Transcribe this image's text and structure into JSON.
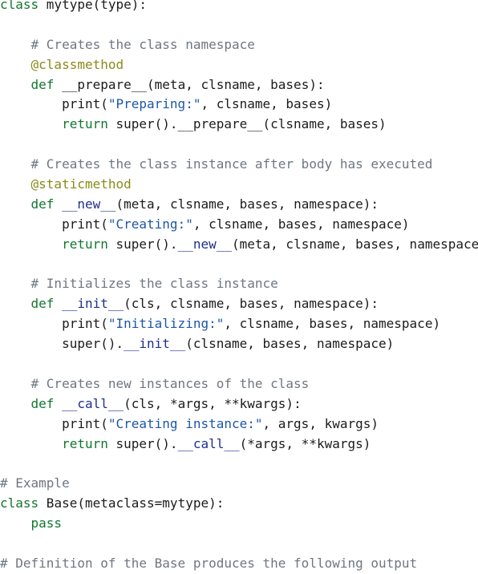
{
  "colors": {
    "keyword": "#11772d",
    "comment": "#6e7781",
    "decorator": "#8a8a1a",
    "string": "#1d57a6",
    "dunder": "#1f2f8f",
    "text": "#1b1b1b",
    "background": "#ffffff"
  },
  "lines": [
    [
      {
        "t": "kw",
        "v": "class"
      },
      {
        "t": "pl",
        "v": " mytype(type):"
      }
    ],
    [],
    [
      {
        "t": "pl",
        "v": "    "
      },
      {
        "t": "cm",
        "v": "# Creates the class namespace"
      }
    ],
    [
      {
        "t": "pl",
        "v": "    "
      },
      {
        "t": "dec",
        "v": "@classmethod"
      }
    ],
    [
      {
        "t": "pl",
        "v": "    "
      },
      {
        "t": "kw",
        "v": "def"
      },
      {
        "t": "pl",
        "v": " __prepare__(meta, clsname, bases):"
      }
    ],
    [
      {
        "t": "pl",
        "v": "        print("
      },
      {
        "t": "str",
        "v": "\"Preparing:\""
      },
      {
        "t": "pl",
        "v": ", clsname, bases)"
      }
    ],
    [
      {
        "t": "pl",
        "v": "        "
      },
      {
        "t": "kw",
        "v": "return"
      },
      {
        "t": "pl",
        "v": " super().__prepare__(clsname, bases)"
      }
    ],
    [],
    [
      {
        "t": "pl",
        "v": "    "
      },
      {
        "t": "cm",
        "v": "# Creates the class instance after body has executed"
      }
    ],
    [
      {
        "t": "pl",
        "v": "    "
      },
      {
        "t": "dec",
        "v": "@staticmethod"
      }
    ],
    [
      {
        "t": "pl",
        "v": "    "
      },
      {
        "t": "kw",
        "v": "def"
      },
      {
        "t": "pl",
        "v": " "
      },
      {
        "t": "fn",
        "v": "__new__"
      },
      {
        "t": "pl",
        "v": "(meta, clsname, bases, namespace):"
      }
    ],
    [
      {
        "t": "pl",
        "v": "        print("
      },
      {
        "t": "str",
        "v": "\"Creating:\""
      },
      {
        "t": "pl",
        "v": ", clsname, bases, namespace)"
      }
    ],
    [
      {
        "t": "pl",
        "v": "        "
      },
      {
        "t": "kw",
        "v": "return"
      },
      {
        "t": "pl",
        "v": " super()."
      },
      {
        "t": "fn",
        "v": "__new__"
      },
      {
        "t": "pl",
        "v": "(meta, clsname, bases, namespace)"
      }
    ],
    [],
    [
      {
        "t": "pl",
        "v": "    "
      },
      {
        "t": "cm",
        "v": "# Initializes the class instance"
      }
    ],
    [
      {
        "t": "pl",
        "v": "    "
      },
      {
        "t": "kw",
        "v": "def"
      },
      {
        "t": "pl",
        "v": " "
      },
      {
        "t": "fn",
        "v": "__init__"
      },
      {
        "t": "pl",
        "v": "(cls, clsname, bases, namespace):"
      }
    ],
    [
      {
        "t": "pl",
        "v": "        print("
      },
      {
        "t": "str",
        "v": "\"Initializing:\""
      },
      {
        "t": "pl",
        "v": ", clsname, bases, namespace)"
      }
    ],
    [
      {
        "t": "pl",
        "v": "        super()."
      },
      {
        "t": "fn",
        "v": "__init__"
      },
      {
        "t": "pl",
        "v": "(clsname, bases, namespace)"
      }
    ],
    [],
    [
      {
        "t": "pl",
        "v": "    "
      },
      {
        "t": "cm",
        "v": "# Creates new instances of the class"
      }
    ],
    [
      {
        "t": "pl",
        "v": "    "
      },
      {
        "t": "kw",
        "v": "def"
      },
      {
        "t": "pl",
        "v": " "
      },
      {
        "t": "fn",
        "v": "__call__"
      },
      {
        "t": "pl",
        "v": "(cls, *args, **kwargs):"
      }
    ],
    [
      {
        "t": "pl",
        "v": "        print("
      },
      {
        "t": "str",
        "v": "\"Creating instance:\""
      },
      {
        "t": "pl",
        "v": ", args, kwargs)"
      }
    ],
    [
      {
        "t": "pl",
        "v": "        "
      },
      {
        "t": "kw",
        "v": "return"
      },
      {
        "t": "pl",
        "v": " super()."
      },
      {
        "t": "fn",
        "v": "__call__"
      },
      {
        "t": "pl",
        "v": "(*args, **kwargs)"
      }
    ],
    [],
    [
      {
        "t": "cm",
        "v": "# Example"
      }
    ],
    [
      {
        "t": "kw",
        "v": "class"
      },
      {
        "t": "pl",
        "v": " Base(metaclass=mytype):"
      }
    ],
    [
      {
        "t": "pl",
        "v": "    "
      },
      {
        "t": "kw",
        "v": "pass"
      }
    ],
    [],
    [
      {
        "t": "cm",
        "v": "# Definition of the Base produces the following output"
      }
    ]
  ]
}
